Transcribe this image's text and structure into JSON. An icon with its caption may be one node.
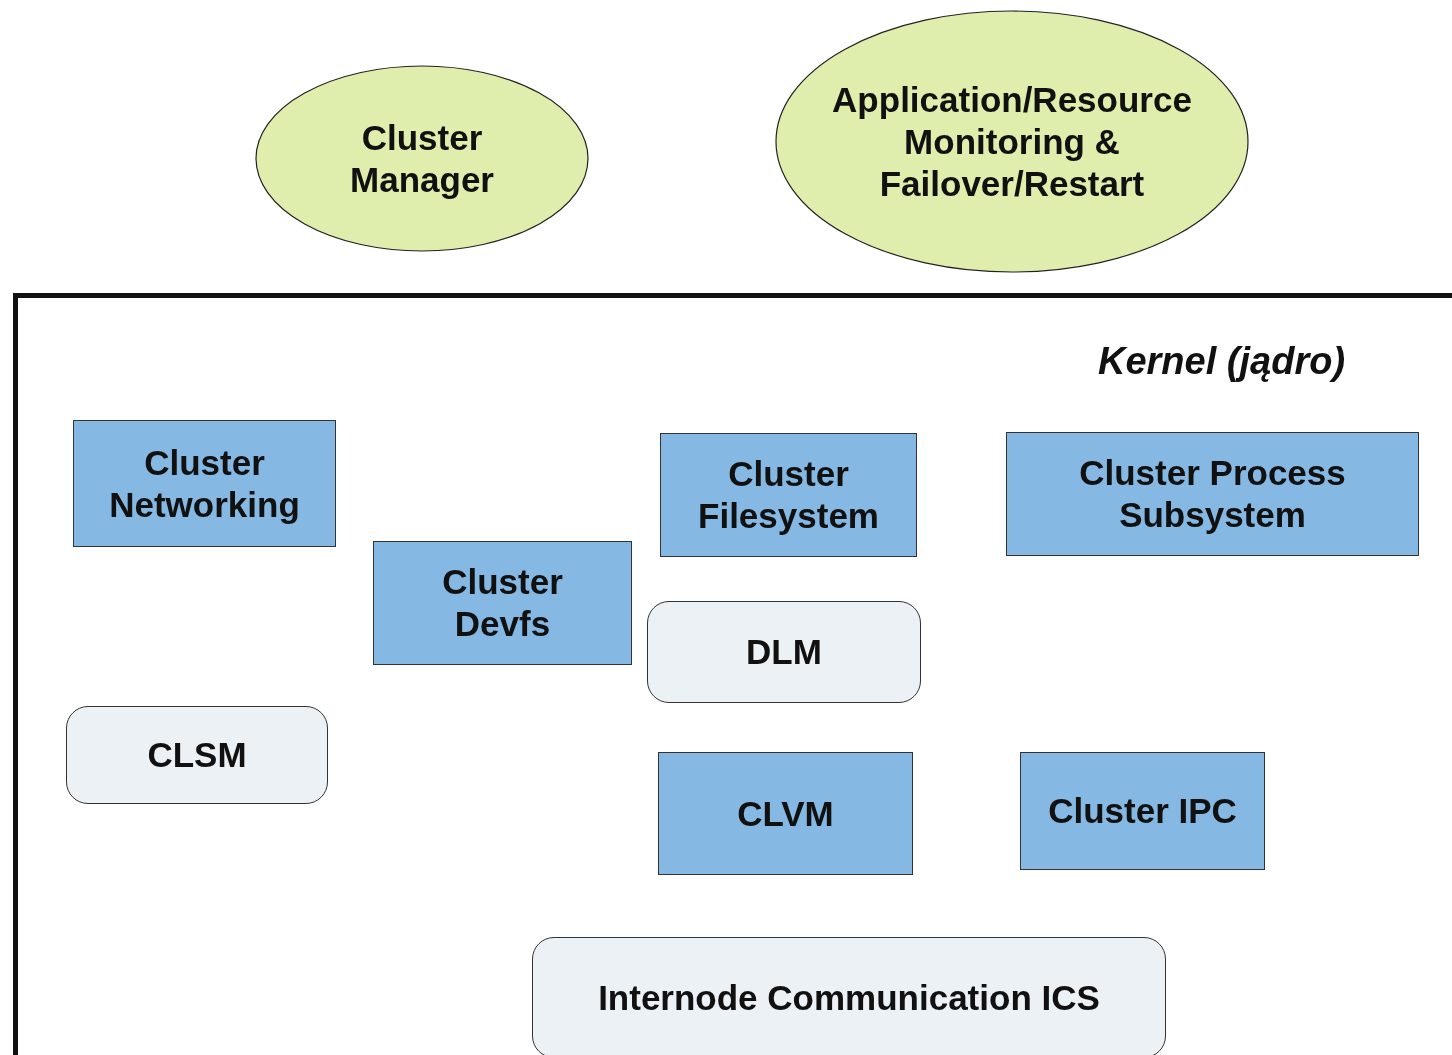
{
  "diagram": {
    "nodes": [
      {
        "text": [
          "Cluster Manager"
        ]
      },
      {
        "text": [
          "Application/Resource Monitoring & Failover/Restart"
        ]
      },
      {
        "text": [
          "Kernel (jądro)"
        ]
      },
      {
        "text": [
          "Cluster Networking"
        ],
        "in": 2
      },
      {
        "text": [
          "Cluster Filesystem"
        ],
        "in": 2
      },
      {
        "text": [
          "Cluster Process Subsystem"
        ],
        "in": 2
      },
      {
        "text": [
          "Cluster Devfs"
        ],
        "in": 2
      },
      {
        "text": [
          "DLM"
        ],
        "in": 2
      },
      {
        "text": [
          "CLSM"
        ],
        "in": 2
      },
      {
        "text": [
          "CLVM"
        ],
        "in": 2
      },
      {
        "text": [
          "Cluster IPC"
        ],
        "in": 2
      },
      {
        "text": [
          "Internode Communication ICS"
        ],
        "in": 2
      }
    ]
  }
}
